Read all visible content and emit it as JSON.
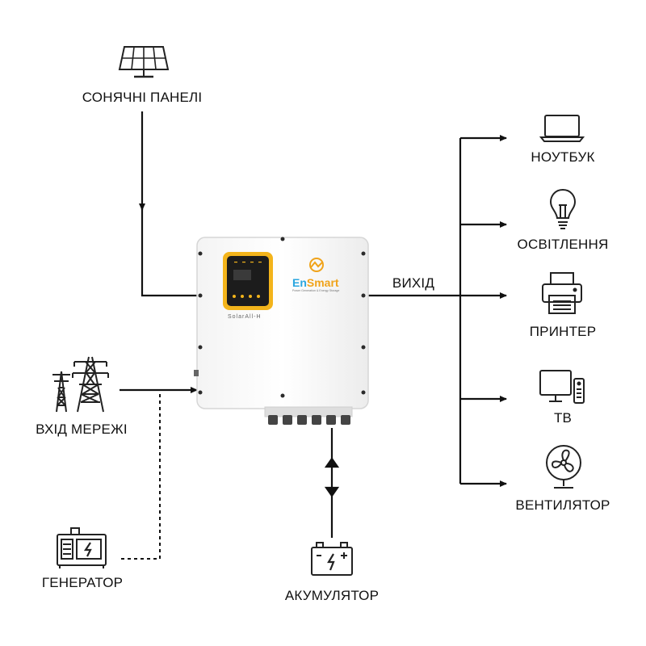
{
  "labels": {
    "solar_panels": "СОНЯЧНІ ПАНЕЛІ",
    "grid_input": "ВХІД МЕРЕЖІ",
    "generator": "ГЕНЕРАТОР",
    "battery": "АКУМУЛЯТОР",
    "output": "ВИХІД",
    "laptop": "НОУТБУК",
    "lighting": "ОСВІТЛЕННЯ",
    "printer": "ПРИНТЕР",
    "tv": "ТВ",
    "fan": "ВЕНТИЛЯТОР"
  },
  "inverter": {
    "brand_en": "En",
    "brand_smart": "Smart",
    "brand_tagline": "Power Generation & Energy Storage",
    "model": "SolarAll-H"
  },
  "colors": {
    "line": "#111111",
    "brand_blue": "#2aa6df",
    "brand_orange": "#f0a31a",
    "panel_yellow": "#f3b41b",
    "screen": "#1c1c1c"
  },
  "icons": {
    "solar": "solar-panel-icon",
    "grid": "power-tower-icon",
    "generator": "generator-icon",
    "battery": "battery-icon",
    "laptop": "laptop-icon",
    "lighting": "light-bulb-icon",
    "printer": "printer-icon",
    "tv": "tv-icon",
    "fan": "fan-icon"
  }
}
